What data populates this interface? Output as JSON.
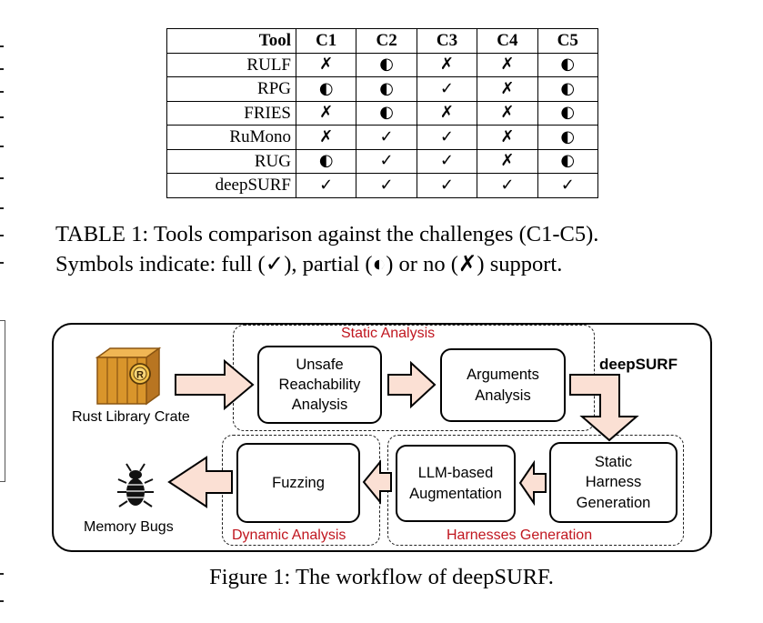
{
  "table": {
    "headers": [
      "Tool",
      "C1",
      "C2",
      "C3",
      "C4",
      "C5"
    ],
    "rows": [
      {
        "tool": "RULF",
        "cells": [
          "✗",
          "◐",
          "✗",
          "✗",
          "◐"
        ]
      },
      {
        "tool": "RPG",
        "cells": [
          "◐",
          "◐",
          "✓",
          "✗",
          "◐"
        ]
      },
      {
        "tool": "FRIES",
        "cells": [
          "✗",
          "◐",
          "✗",
          "✗",
          "◐"
        ]
      },
      {
        "tool": "RuMono",
        "cells": [
          "✗",
          "✓",
          "✓",
          "✗",
          "◐"
        ]
      },
      {
        "tool": "RUG",
        "cells": [
          "◐",
          "✓",
          "✓",
          "✗",
          "◐"
        ]
      },
      {
        "tool": "deepSURF",
        "cells": [
          "✓",
          "✓",
          "✓",
          "✓",
          "✓"
        ]
      }
    ],
    "caption_line1": "TABLE 1: Tools comparison against the challenges (C1-C5).",
    "caption_line2": "Symbols indicate: full (✓), partial (◐) or no (✗) support."
  },
  "figure": {
    "title": "deepSURF",
    "static_group_label": "Static Analysis",
    "dynamic_group_label": "Dynamic Analysis",
    "harness_group_label": "Harnesses Generation",
    "input_label": "Rust Library Crate",
    "output_label": "Memory Bugs",
    "nodes": {
      "unsafe": [
        "Unsafe",
        "Reachability",
        "Analysis"
      ],
      "arguments": [
        "Arguments",
        "Analysis"
      ],
      "static_harness": [
        "Static",
        "Harness",
        "Generation"
      ],
      "llm": [
        "LLM-based",
        "Augmentation"
      ],
      "fuzzing": [
        "Fuzzing"
      ]
    },
    "crate_icon_letter": "R",
    "colors": {
      "arrow_fill": "#fbe0d4",
      "group_label": "#c0161f",
      "crate_wood": "#d9952b",
      "crate_dark": "#8a5512"
    },
    "icons": [
      "rust-crate-icon",
      "bug-icon"
    ]
  },
  "figure_caption": "Figure 1: The workflow of deepSURF."
}
